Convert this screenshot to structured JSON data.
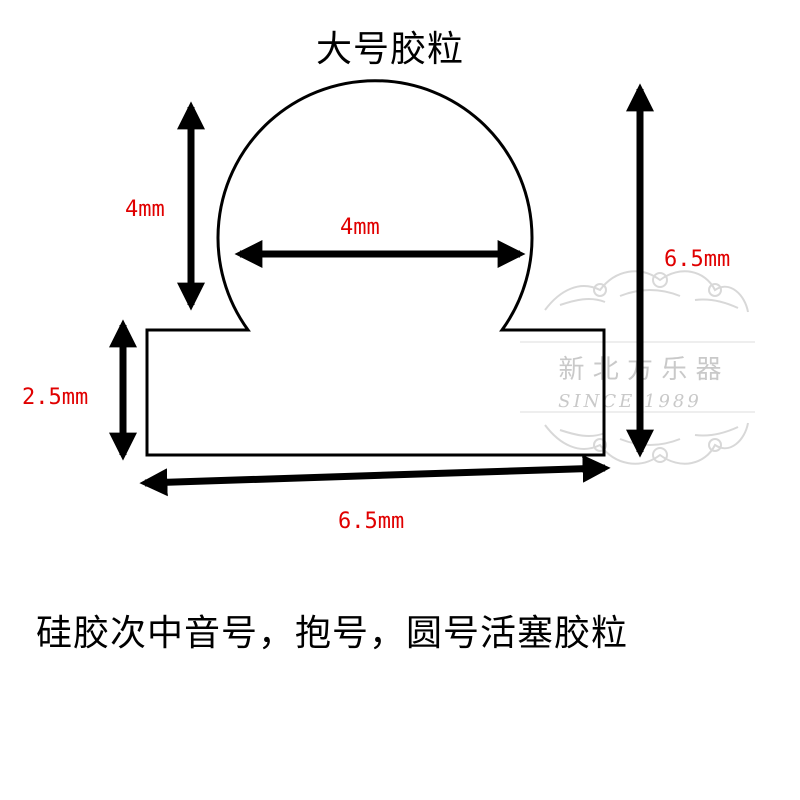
{
  "title": "大号胶粒",
  "caption": "硅胶次中音号，抱号，圆号活塞胶粒",
  "dimensions": {
    "head_height": "4mm",
    "head_width": "4mm",
    "total_height": "6.5mm",
    "base_height": "2.5mm",
    "base_width": "6.5mm"
  },
  "watermark": {
    "brand": "新 北 方 乐 器",
    "since": "SINCE 1989"
  },
  "colors": {
    "outline": "#000000",
    "arrow": "#000000",
    "label": "#e00000",
    "watermark": "#c9c9c9"
  }
}
